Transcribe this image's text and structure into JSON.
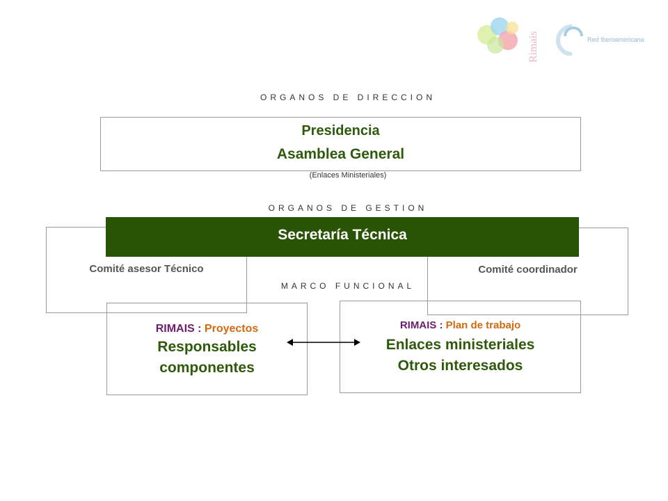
{
  "header": {
    "logo_rimais_text": "Rimais",
    "logo_red_title": "Red Iberoamericana"
  },
  "sections": {
    "direccion": "ORGANOS DE DIRECCION",
    "gestion": "ORGANOS DE GESTION",
    "marco": "MARCO FUNCIONAL"
  },
  "presidencia_box": {
    "line1": "Presidencia",
    "line2": "Asamblea General",
    "note": "(Enlaces Ministeriales)"
  },
  "secretaria": {
    "label": "Secretaría Técnica"
  },
  "comite_asesor": {
    "label": "Comité asesor Técnico"
  },
  "comite_coordinador": {
    "label": "Comité coordinador"
  },
  "proyectos_box": {
    "prefix": "RIMAIS",
    "sep": " : ",
    "suffix": "Proyectos",
    "line1": "Responsables",
    "line2": "componentes"
  },
  "plan_box": {
    "prefix": "RIMAIS",
    "sep": " : ",
    "suffix": "Plan de trabajo",
    "line1": "Enlaces ministeriales",
    "line2": "Otros interesados"
  },
  "colors": {
    "dark_green": "#2a5405",
    "text_green": "#2e5a0c",
    "purple": "#6b1f6e",
    "orange": "#d06a10"
  }
}
